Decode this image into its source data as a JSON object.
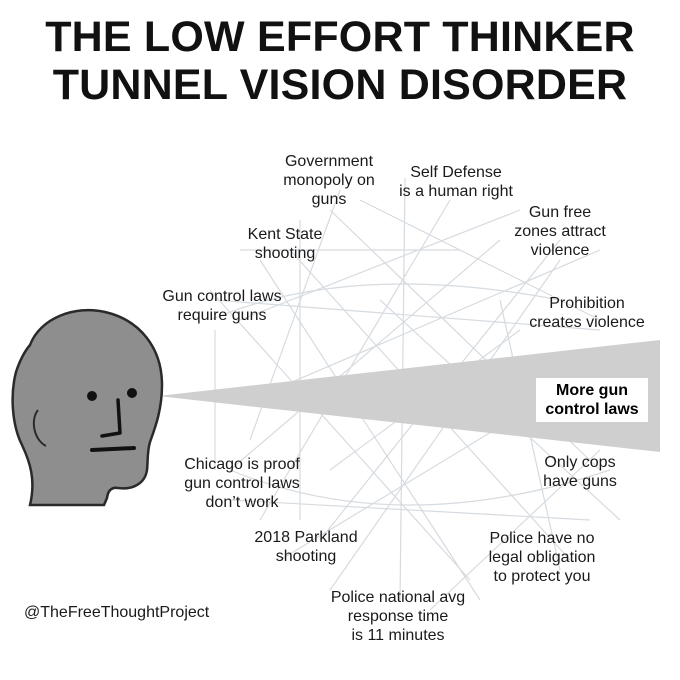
{
  "header": {
    "line1": "THE LOW EFFORT THINKER",
    "line2": "TUNNEL VISION DISORDER"
  },
  "highlight": {
    "line1": "More gun",
    "line2": "control laws"
  },
  "labels": {
    "gov_monopoly": [
      "Government",
      "monopoly on",
      "guns"
    ],
    "self_defense": [
      "Self Defense",
      "is a human right"
    ],
    "gun_free": [
      "Gun free",
      "zones attract",
      "violence"
    ],
    "kent_state": [
      "Kent State",
      "shooting"
    ],
    "gun_control_require": [
      "Gun control laws",
      "require guns"
    ],
    "prohibition": [
      "Prohibition",
      "creates violence"
    ],
    "chicago": [
      "Chicago is proof",
      "gun control laws",
      "don’t work"
    ],
    "only_cops": [
      "Only cops",
      "have guns"
    ],
    "parkland": [
      "2018 Parkland",
      "shooting"
    ],
    "police_obligation": [
      "Police have no",
      "legal obligation",
      "to protect you"
    ],
    "police_response": [
      "Police national avg",
      "response time",
      "is 11 minutes"
    ]
  },
  "credit": "@TheFreeThoughtProject",
  "colors": {
    "head_fill": "#8e8e8e",
    "tunnel_fill": "#cfcfcf",
    "web_lines": "#d6dbe0",
    "text": "#111111"
  },
  "icons": {
    "character": "npc-head-icon"
  }
}
